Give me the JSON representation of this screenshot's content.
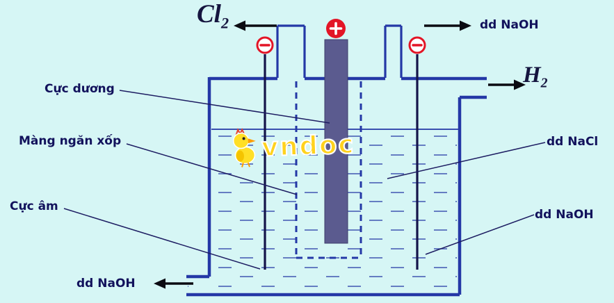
{
  "labels": {
    "cl2": {
      "base": "Cl",
      "sub": "2"
    },
    "h2": {
      "base": "H",
      "sub": "2"
    },
    "naoh_top": "dd NaOH",
    "anode": "Cực dương",
    "membrane": "Màng ngăn xốp",
    "cathode": "Cực âm",
    "naoh_bottom": "dd NaOH",
    "nacl_right": "dd NaCl",
    "naoh_right": "dd NaOH"
  },
  "terminals": {
    "anode_icon": "plus-in-red-circle-icon",
    "cathode_left_icon": "minus-in-red-circle-icon",
    "cathode_right_icon": "minus-in-red-circle-icon"
  },
  "watermark": {
    "text": "vndoc",
    "mascot_icon": "chick-icon"
  },
  "colors": {
    "background": "#d6f6f5",
    "line": "#2438a6",
    "electrode": "#5b5b8f",
    "terminal_red": "#e31526",
    "label": "#12125c",
    "arrow": "#0b0b12",
    "watermark_yellow": "#ffd21e"
  }
}
